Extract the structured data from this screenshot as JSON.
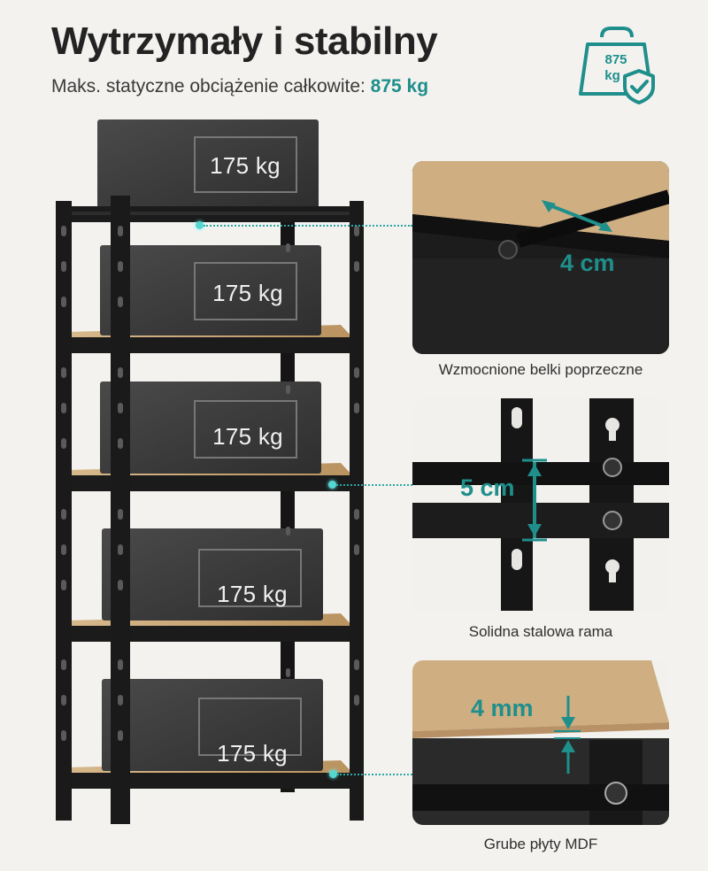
{
  "header": {
    "title": "Wytrzymały i stabilny",
    "subtitle_prefix": "Maks. statyczne obciążenie całkowite:",
    "subtitle_value": "875 kg"
  },
  "badge": {
    "icon": "weight-shield-icon",
    "line1": "875",
    "line2": "kg",
    "color": "#1f8f8c"
  },
  "boxes": [
    {
      "label": "175 kg"
    },
    {
      "label": "175 kg"
    },
    {
      "label": "175 kg"
    },
    {
      "label": "175 kg"
    },
    {
      "label": "175 kg"
    }
  ],
  "details": [
    {
      "measure": "4 cm",
      "caption": "Wzmocnione belki poprzeczne"
    },
    {
      "measure": "5 cm",
      "caption": "Solidna stalowa rama"
    },
    {
      "measure": "4 mm",
      "caption": "Grube płyty MDF"
    }
  ],
  "colors": {
    "accent": "#1f8f8c",
    "frame": "#1b1b1b",
    "box": "#3c3c3c",
    "mdf": "#c9a67a",
    "background": "#f4f2ef"
  }
}
